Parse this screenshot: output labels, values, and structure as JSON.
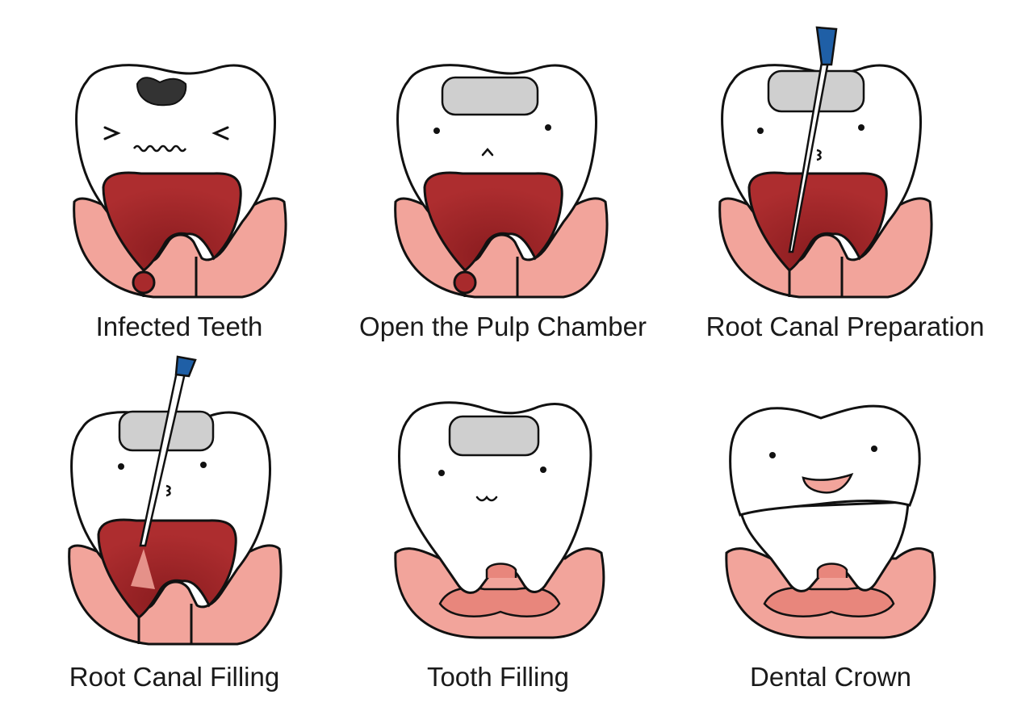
{
  "steps": [
    {
      "label": "Infected Teeth"
    },
    {
      "label": "Open the Pulp Chamber"
    },
    {
      "label": "Root Canal Preparation"
    },
    {
      "label": "Root Canal Filling"
    },
    {
      "label": "Tooth Filling"
    },
    {
      "label": "Dental Crown"
    }
  ],
  "colors": {
    "gum": "#f2a49b",
    "gum_inner": "#e8867c",
    "pulp": "#a82a2c",
    "pulp_dark": "#8a1c1f",
    "filling": "#cfcfcf",
    "cavity": "#333333",
    "file_tip": "#1f5fa6",
    "outline": "#111111",
    "tooth": "#ffffff"
  }
}
